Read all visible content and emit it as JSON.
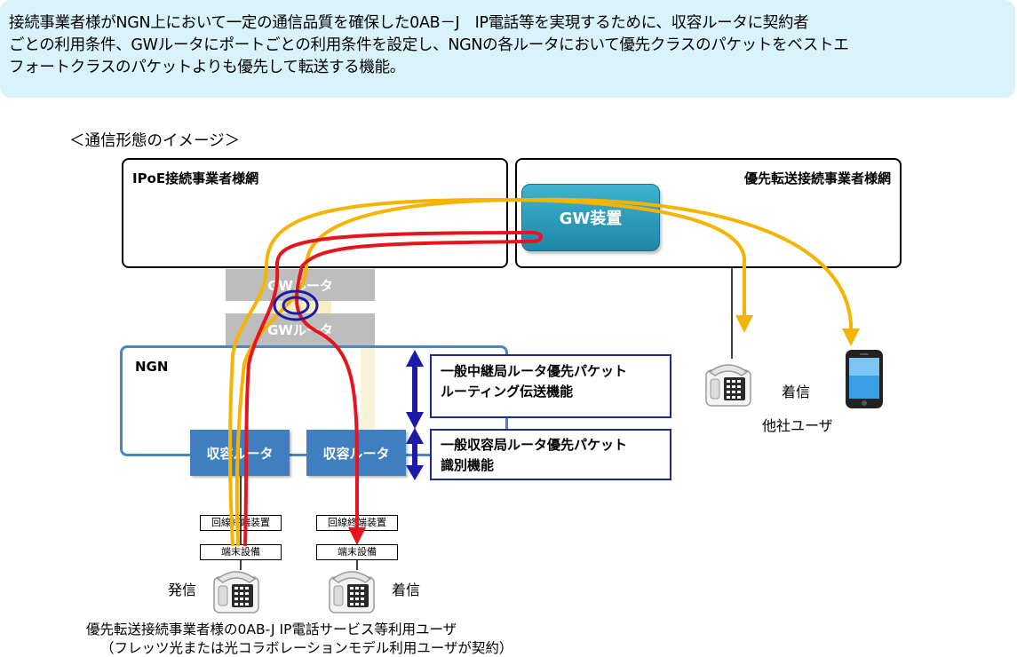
{
  "description": {
    "line1": "接続事業者様がNGN上において一定の通信品質を確保した0AB－J　IP電話等を実現するために、収容ルータに契約者",
    "line2": "ごとの利用条件、GWルータにポートごとの利用条件を設定し、NGNの各ルータにおいて優先クラスのパケットをベストエ",
    "line3": "フォートクラスのパケットよりも優先して転送する機能。"
  },
  "diagram": {
    "caption": "＜通信形態のイメージ＞",
    "ipoe_network": "IPoE接続事業者様網",
    "priority_network": "優先転送接続事業者様網",
    "gw_device": "GW装置",
    "gw_router_top": "GWルータ",
    "gw_router_bottom": "GWルータ",
    "ngn": "NGN",
    "access_router_left": "収容ルータ",
    "access_router_right": "収容ルータ",
    "func_relay_line1": "一般中継局ルータ優先パケット",
    "func_relay_line2": "ルーティング伝送機能",
    "func_access_line1": "一般収容局ルータ優先パケット",
    "func_access_line2": "識別機能",
    "onu_left": "回線終端装置",
    "onu_right": "回線終端装置",
    "terminal_left": "端末設備",
    "terminal_right": "端末設備",
    "outgoing": "発信",
    "incoming_left": "着信",
    "incoming_other": "着信",
    "other_user": "他社ユーザ",
    "footer_line1": "優先転送接続事業者様の0AB-J IP電話サービス等利用ユーザ",
    "footer_line2": "（フレッツ光または光コラボレーションモデル利用ユーザが契約）"
  },
  "colors": {
    "yellow_path": "#f5b400",
    "red_path": "#e8141b",
    "blue_marker": "#1c1aa8",
    "ngn_border": "#4a86c4",
    "access_router": "#3f7fbf",
    "gw_device": "#2a9fc0",
    "gw_router": "#bdbdbd",
    "description_bg": "#d8f3fb"
  },
  "icons": [
    "desk-phone-icon",
    "smartphone-icon"
  ]
}
